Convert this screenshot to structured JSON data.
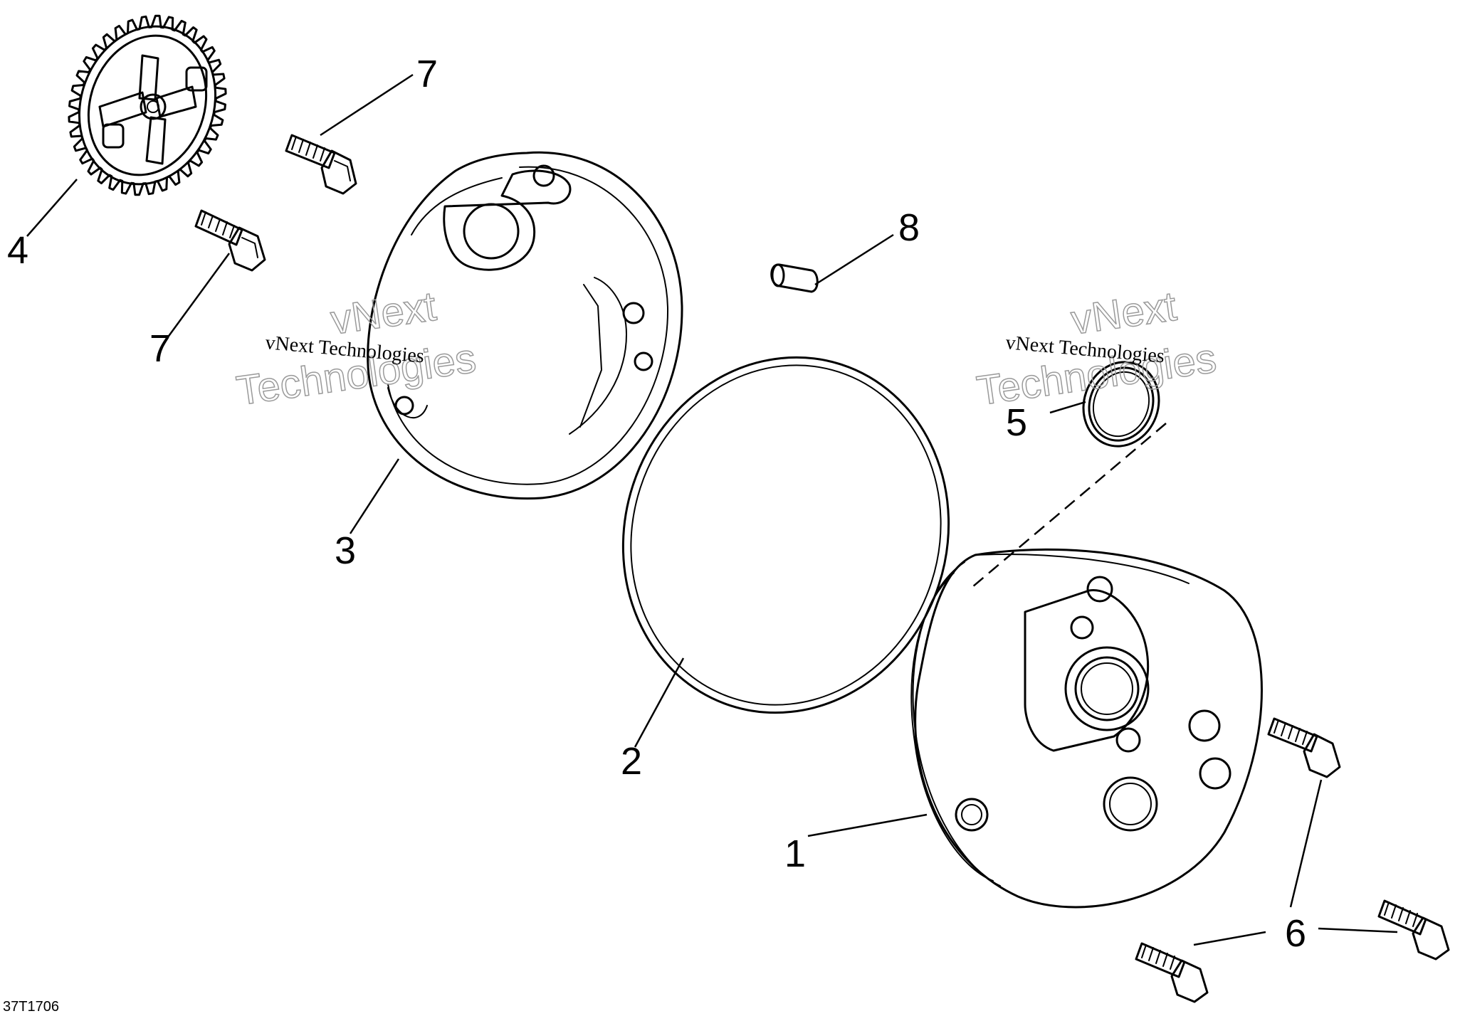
{
  "figure_id": "37T1706",
  "callouts": {
    "c1": "1",
    "c2": "2",
    "c3": "3",
    "c4": "4",
    "c5": "5",
    "c6": "6",
    "c7a": "7",
    "c7b": "7",
    "c8": "8"
  },
  "watermark": {
    "line1": "vNext",
    "line2": "Technologies",
    "small": "vNext Technologies"
  }
}
